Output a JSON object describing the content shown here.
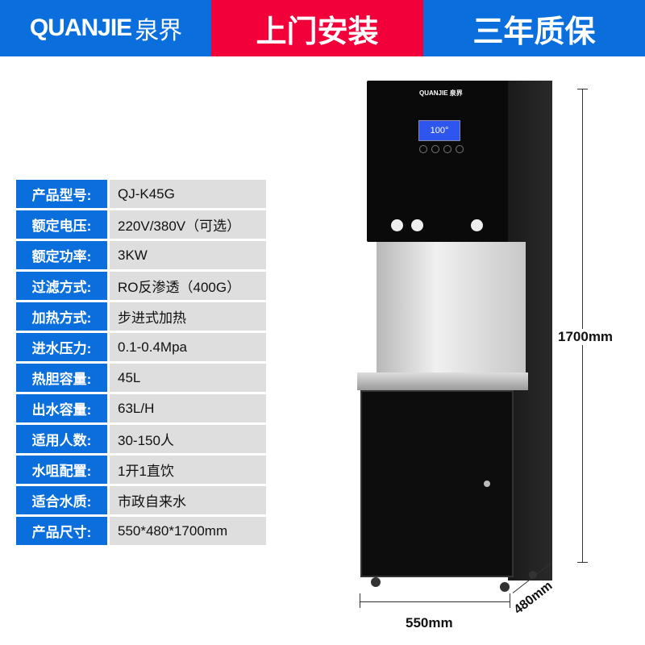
{
  "header": {
    "brand_en": "QUANJIE",
    "brand_cn": "泉界",
    "banner_install": "上门安装",
    "banner_warranty": "三年质保",
    "colors": {
      "blue": "#0a6fdc",
      "red": "#f2003a"
    }
  },
  "specs": [
    {
      "label": "产品型号:",
      "value": "QJ-K45G"
    },
    {
      "label": "额定电压:",
      "value": "220V/380V（可选）"
    },
    {
      "label": "额定功率:",
      "value": "3KW"
    },
    {
      "label": "过滤方式:",
      "value": "RO反渗透（400G）"
    },
    {
      "label": "加热方式:",
      "value": "步进式加热"
    },
    {
      "label": "进水压力:",
      "value": "0.1-0.4Mpa"
    },
    {
      "label": "热胆容量:",
      "value": "45L"
    },
    {
      "label": "出水容量:",
      "value": "63L/H"
    },
    {
      "label": "适用人数:",
      "value": "30-150人"
    },
    {
      "label": "水咀配置:",
      "value": "1开1直饮"
    },
    {
      "label": "适合水质:",
      "value": "市政自来水"
    },
    {
      "label": "产品尺寸:",
      "value": "550*480*1700mm"
    }
  ],
  "product": {
    "logo": "QUANJIE 泉界",
    "display_reading": "100°"
  },
  "dimensions": {
    "height": "1700mm",
    "width": "550mm",
    "depth": "480mm"
  }
}
